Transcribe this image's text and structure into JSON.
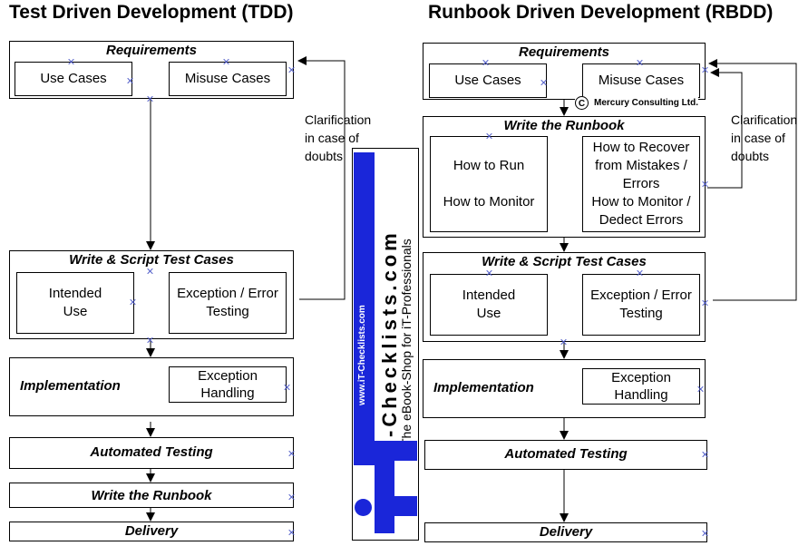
{
  "titles": {
    "left": "Test Driven Development (TDD)",
    "right": "Runbook Driven Development (RBDD)"
  },
  "left": {
    "requirements": {
      "title": "Requirements",
      "use_cases": "Use Cases",
      "misuse_cases": "Misuse Cases"
    },
    "write_script": {
      "title": "Write & Script Test Cases",
      "intended": [
        "Intended",
        "Use"
      ],
      "exception": [
        "Exception / Error",
        "Testing"
      ]
    },
    "implementation": {
      "title": "Implementation",
      "handling": [
        "Exception",
        "Handling"
      ]
    },
    "automated_testing": "Automated Testing",
    "write_runbook": "Write the Runbook",
    "delivery": "Delivery",
    "clarification": [
      "Clarification",
      "in case of",
      "doubts"
    ]
  },
  "right": {
    "requirements": {
      "title": "Requirements",
      "use_cases": "Use Cases",
      "misuse_cases": "Misuse Cases"
    },
    "write_runbook": {
      "title": "Write the Runbook",
      "how_to_run": "How to Run",
      "how_to_monitor": "How to Monitor",
      "recover": [
        "How to Recover",
        "from Mistakes /",
        "Errors",
        "How to Monitor /",
        "Dedect Errors"
      ]
    },
    "write_script": {
      "title": "Write & Script Test Cases",
      "intended": [
        "Intended",
        "Use"
      ],
      "exception": [
        "Exception / Error",
        "Testing"
      ]
    },
    "implementation": {
      "title": "Implementation",
      "handling": [
        "Exception",
        "Handling"
      ]
    },
    "automated_testing": "Automated Testing",
    "delivery": "Delivery",
    "clarification": [
      "Clarification",
      "in case of",
      "doubts"
    ]
  },
  "copyright": {
    "symbol": "C",
    "company": "Mercury Consulting Ltd."
  },
  "banner": {
    "url": "www.iT-Checklists.com",
    "brand": "-Checklists.com",
    "tagline": "The eBook-Shop for iT-Professionals",
    "logo_color": "#1a26d9"
  },
  "colors": {
    "connector_marks": "#4a57c7"
  }
}
